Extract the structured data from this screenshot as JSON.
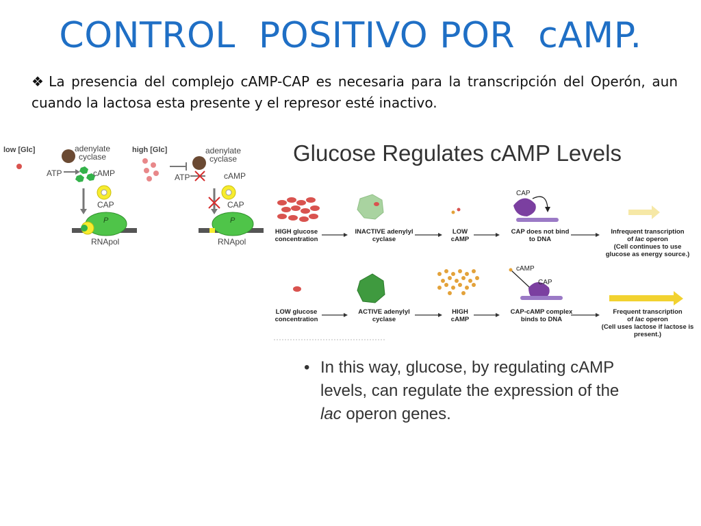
{
  "title": "CONTROL  POSITIVO POR  cAMP.",
  "bullet": {
    "icon": "diamond-bullet-icon",
    "text": "La presencia del complejo cAMP-CAP es necesaria para la transcripción  del Operón, aun cuando la lactosa esta presente y el represor esté inactivo."
  },
  "left_diagram": {
    "low": {
      "condition": "low [Glc]",
      "enzyme": "adenylate cyclase",
      "substrate": "ATP",
      "product": "cAMP",
      "protein": "CAP",
      "polymerase_letter": "P",
      "polymerase": "RNApol"
    },
    "high": {
      "condition": "high [Glc]",
      "enzyme": "adenylate cyclase",
      "substrate": "ATP",
      "product": "cAMP",
      "protein": "CAP",
      "polymerase_letter": "P",
      "polymerase": "RNApol"
    }
  },
  "right_diagram": {
    "title": "Glucose Regulates cAMP Levels",
    "rows": [
      {
        "glucose": "HIGH glucose concentration",
        "cyclase": "INACTIVE adenylyl cyclase",
        "camp": "LOW cAMP",
        "cap_label": "CAP",
        "cap_state": "CAP does not bind to DNA",
        "result_line1": "Infrequent transcription",
        "result_line2_pre": "of ",
        "result_line2_em": "lac",
        "result_line2_post": " operon",
        "result_line3": "(Cell continues to use glucose as energy source.)"
      },
      {
        "glucose": "LOW glucose concentration",
        "cyclase": "ACTIVE adenylyl cyclase",
        "camp": "HIGH cAMP",
        "camp_label": "cAMP",
        "cap_label": "CAP",
        "cap_state": "CAP-cAMP complex binds to DNA",
        "result_line1": "Frequent transcription",
        "result_line2_pre": "of ",
        "result_line2_em": "lac",
        "result_line2_post": " operon",
        "result_line3": "(Cell uses lactose if lactose is present.)"
      }
    ]
  },
  "note": {
    "part1": "In this way, glucose, by regulating cAMP levels, can regulate the expression of the ",
    "em": "lac",
    "part2": " operon genes."
  },
  "colors": {
    "title": "#1f6fc5",
    "cyclase_inactive": "#a9d3a0",
    "cyclase_active": "#3f9a3f",
    "glucose": "#d9534f",
    "camp": "#e3a23a",
    "cap": "#7b3fa0",
    "arrow_frequent": "#f2d230",
    "arrow_infrequent": "#f6e8a6"
  }
}
